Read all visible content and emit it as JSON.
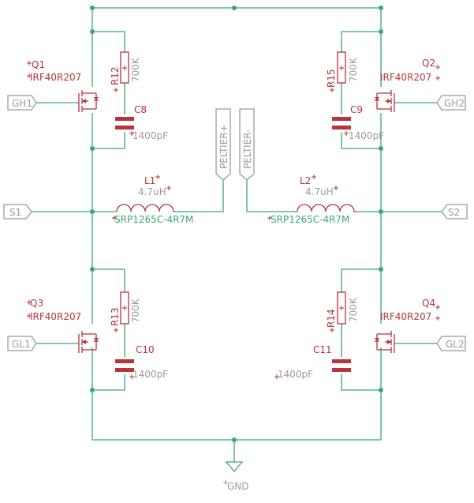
{
  "transistors": [
    {
      "ref": "Q1",
      "value": "IRF40R207"
    },
    {
      "ref": "Q2",
      "value": "IRF40R207"
    },
    {
      "ref": "Q3",
      "value": "IRF40R207"
    },
    {
      "ref": "Q4",
      "value": "IRF40R207"
    }
  ],
  "resistors": [
    {
      "ref": "R12",
      "value": "700K"
    },
    {
      "ref": "R15",
      "value": "700K"
    },
    {
      "ref": "R13",
      "value": "700K"
    },
    {
      "ref": "R14",
      "value": "700K"
    }
  ],
  "capacitors": [
    {
      "ref": "C8",
      "value": "1400pF"
    },
    {
      "ref": "C9",
      "value": "1400pF"
    },
    {
      "ref": "C10",
      "value": "1400pF"
    },
    {
      "ref": "C11",
      "value": "1400pF"
    }
  ],
  "inductors": [
    {
      "ref": "L1",
      "value": "4.7uH",
      "part": "SRP1265C-4R7M"
    },
    {
      "ref": "L2",
      "value": "4.7uH",
      "part": "SRP1265C-4R7M"
    }
  ],
  "ports": {
    "gh1": "GH1",
    "gh2": "GH2",
    "gl1": "GL1",
    "gl2": "GL2",
    "s1": "S1",
    "s2": "S2",
    "peltier_pos": "PELTIER+",
    "peltier_neg": "PELTIER-",
    "gnd": "GND"
  },
  "colors": {
    "wire": "#3aa874",
    "part": "#b8333a",
    "label": "#9b9b9b"
  }
}
